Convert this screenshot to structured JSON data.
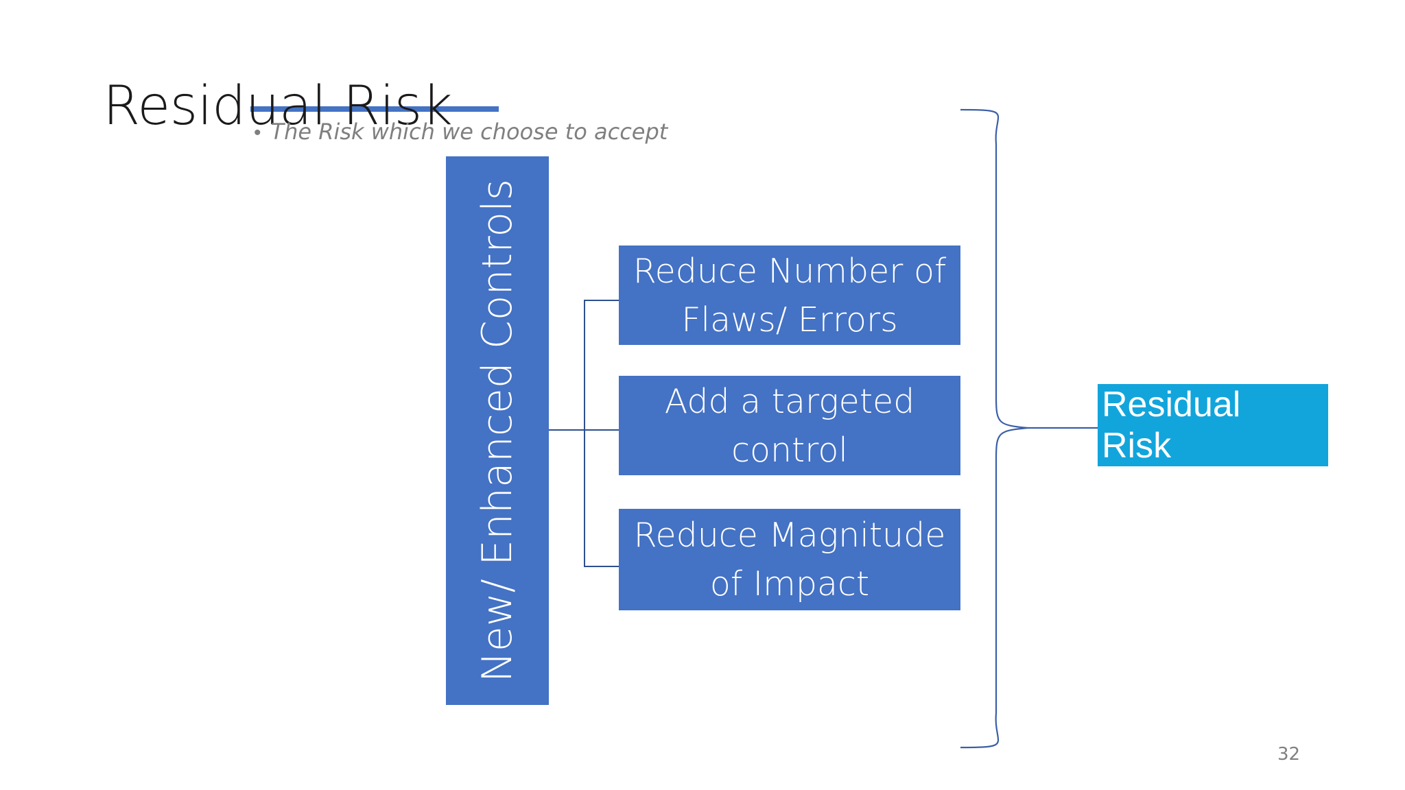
{
  "slide": {
    "title": "Residual Risk",
    "subtitle_bullet": "•",
    "subtitle": "The Risk which we choose to accept",
    "page_number": "32",
    "colors": {
      "accent_blue": "#4472c4",
      "connector_blue": "#2e4e8f",
      "outcome_cyan": "#12a5dc",
      "subtitle_gray": "#7f7f7f",
      "title_black": "#1a1a1a",
      "page_number_gray": "#808080",
      "background": "#ffffff"
    }
  },
  "diagram": {
    "category_label": "New/ Enhanced Controls",
    "controls": [
      {
        "label": "Reduce Number of Flaws/ Errors"
      },
      {
        "label": "Add a targeted control"
      },
      {
        "label": "Reduce Magnitude of Impact"
      }
    ],
    "outcome": {
      "label": "Residual\nRisk"
    }
  }
}
